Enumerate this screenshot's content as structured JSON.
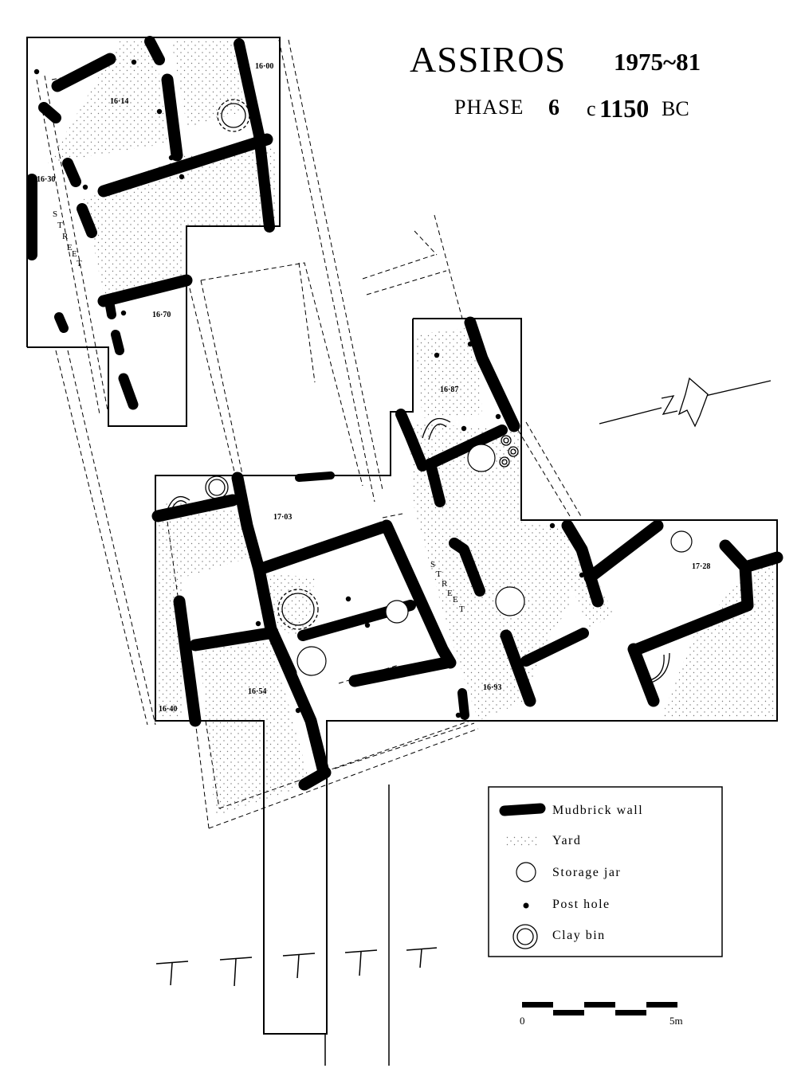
{
  "title": {
    "site": "ASSIROS",
    "years": "1975~81",
    "phase_word": "PHASE",
    "phase_number": "6",
    "circa": "c",
    "date": "1150",
    "era": "BC"
  },
  "room_labels": [
    "16·00",
    "16·14",
    "16·30",
    "16·70",
    "16·87",
    "17·03",
    "17·28",
    "16·40",
    "16·54",
    "16·93"
  ],
  "street_letters": [
    "S",
    "T",
    "R",
    "E",
    "E",
    "T"
  ],
  "legend": {
    "items": [
      {
        "label": "Mudbrick wall",
        "symbol": "mudbrick-wall"
      },
      {
        "label": "Yard",
        "symbol": "yard"
      },
      {
        "label": "Storage jar",
        "symbol": "storage-jar"
      },
      {
        "label": "Post hole",
        "symbol": "post-hole"
      },
      {
        "label": "Clay bin",
        "symbol": "clay-bin"
      }
    ]
  },
  "scale_bar": {
    "start_label": "0",
    "end_label": "5m"
  },
  "north_arrow": {
    "letter": "N"
  },
  "colors": {
    "ink": "#000000",
    "paper": "#ffffff"
  }
}
